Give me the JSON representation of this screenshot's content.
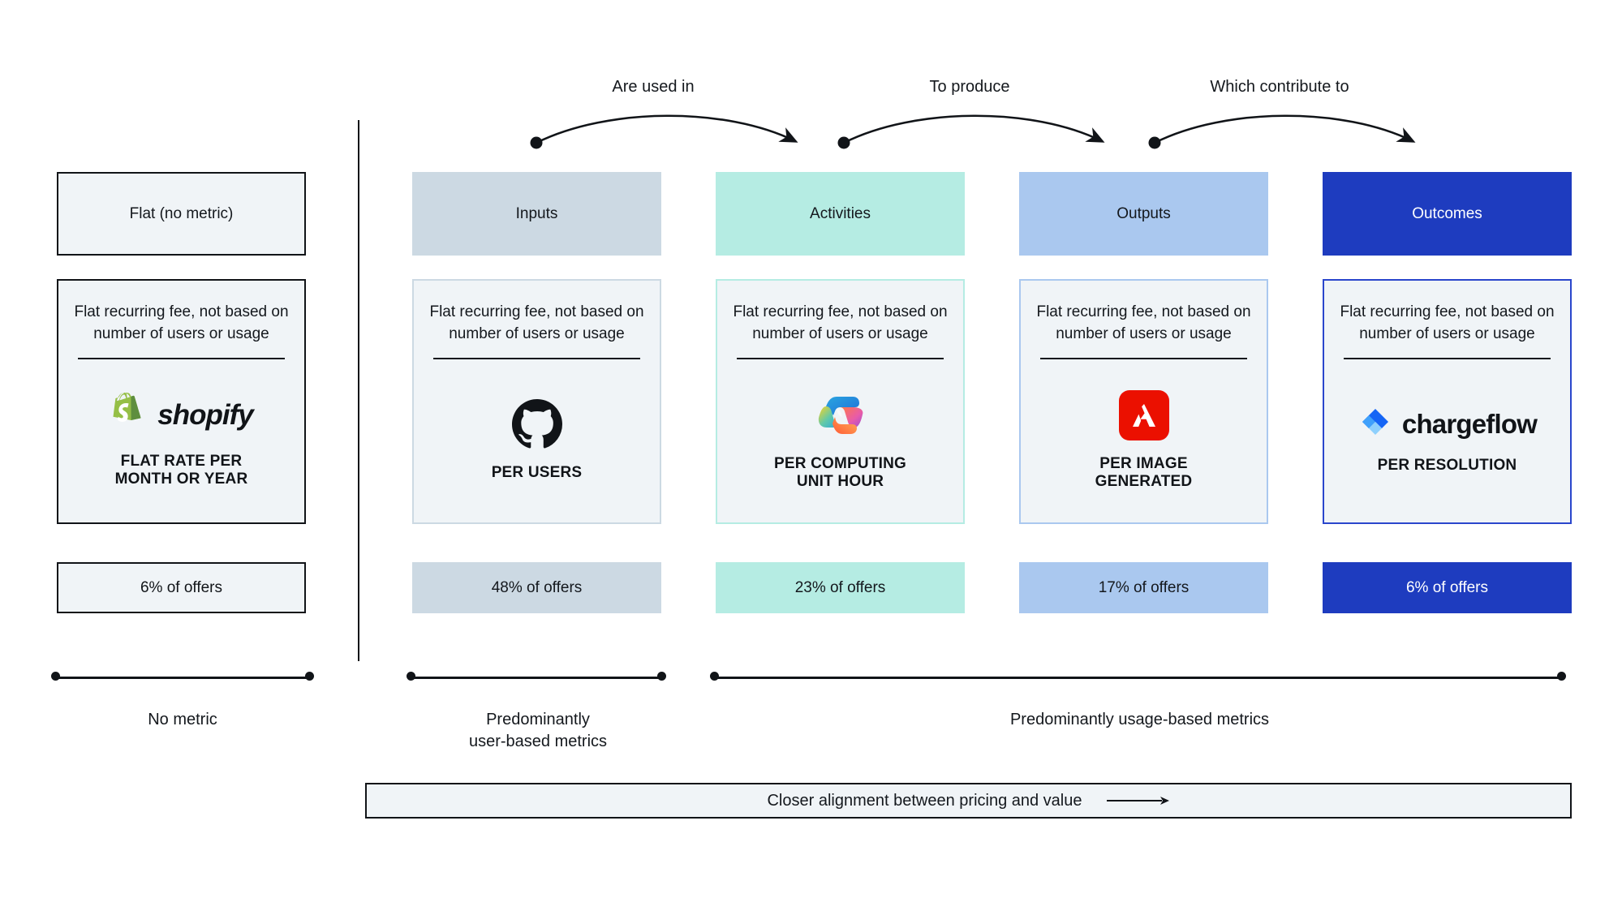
{
  "flow_captions": [
    {
      "label": "Are used in"
    },
    {
      "label": "To produce"
    },
    {
      "label": "Which contribute to"
    }
  ],
  "flat_column": {
    "header": "Flat (no metric)",
    "card": {
      "description": "Flat recurring fee, not based on number of users or usage",
      "logo": "shopify-logo",
      "logo_text": "shopify",
      "metric_label": "FLAT RATE PER\nMONTH OR YEAR"
    },
    "percentage": "6% of offers",
    "bracket_caption": "No metric"
  },
  "columns": [
    {
      "header": "Inputs",
      "header_bg": "#ccd9e3",
      "header_text_color": "#14181d",
      "card_border": "#ccd9e3",
      "description": "Flat recurring fee, not based on number of users or usage",
      "logo": "github-logo",
      "metric_label": "PER USERS",
      "percentage": "48% of offers",
      "percentage_text_color": "#14181d"
    },
    {
      "header": "Activities",
      "header_bg": "#b5ece3",
      "header_text_color": "#14181d",
      "card_border": "#b5ece3",
      "description": "Flat recurring fee, not based on number of users or usage",
      "logo": "microsoft-copilot-logo",
      "metric_label": "PER COMPUTING\nUNIT HOUR",
      "percentage": "23% of offers",
      "percentage_text_color": "#14181d"
    },
    {
      "header": "Outputs",
      "header_bg": "#aac8ef",
      "header_text_color": "#14181d",
      "card_border": "#aac8ef",
      "description": "Flat recurring fee, not based on number of users or usage",
      "logo": "adobe-logo",
      "metric_label": "PER IMAGE\nGENERATED",
      "percentage": "17% of offers",
      "percentage_text_color": "#14181d"
    },
    {
      "header": "Outcomes",
      "header_bg": "#1e3cbf",
      "header_text_color": "#ffffff",
      "card_border": "#2a46cc",
      "description": "Flat recurring fee, not based on number of users or usage",
      "logo": "chargeflow-logo",
      "logo_text": "chargeflow",
      "metric_label": "PER RESOLUTION",
      "percentage": "6% of offers",
      "percentage_text_color": "#ffffff"
    }
  ],
  "brackets": [
    {
      "caption": "Predominantly\nuser-based metrics"
    },
    {
      "caption": "Predominantly usage-based metrics"
    }
  ],
  "bottom_bar": {
    "label": "Closer alignment between pricing and value",
    "arrow": "right-arrow-icon"
  }
}
